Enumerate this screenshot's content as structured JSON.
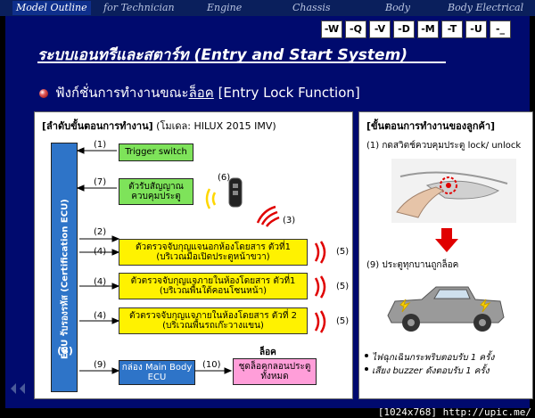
{
  "nav": {
    "tabs": [
      {
        "label": "Model Outline",
        "active": true
      },
      {
        "label": "for Technician",
        "active": false
      },
      {
        "label": "Engine",
        "active": false
      },
      {
        "label": "Chassis",
        "active": false
      },
      {
        "label": "Body",
        "active": false
      },
      {
        "label": "Body Electrical",
        "active": false
      }
    ]
  },
  "system_buttons": [
    "-W",
    "-Q",
    "-V",
    "-D",
    "-M",
    "-T",
    "-U",
    "-_"
  ],
  "title": "ระบบเอนทรีและสตาร์ท (Entry and Start System)",
  "subtitle": {
    "prefix": "ฟังก์ชั่นการทำงานขณะ",
    "underlined": "ล็อค",
    "suffix": " [Entry Lock Function]"
  },
  "left_panel": {
    "header_bold": "[ลำดับขั้นตอนการทำงาน]",
    "header_model": " (โมเดล: HILUX 2015 IMV)",
    "ecu_label": "ECU รับรองรหัส (Certification ECU)",
    "ecu_num": "(8)",
    "steps": [
      {
        "num": "(1)",
        "label": "Trigger switch"
      },
      {
        "num": "(7)",
        "label": "ตัวรับสัญญาณ\nควบคุมประตู"
      },
      {
        "num": "(6)",
        "label": ""
      },
      {
        "num": "(3)",
        "label": ""
      },
      {
        "num": "(2)",
        "label": ""
      },
      {
        "num": "(4)",
        "label": "ตัวตรวจจับกุญแจนอกห้องโดยสาร ตัวที่1\n(บริเวณมือเปิดประตูหน้าขวา)"
      },
      {
        "num": "(4)",
        "label": "ตัวตรวจจับกุญแจภายในห้องโดยสาร ตัวที่1\n(บริเวณพื้นใต้คอนโซนหน้า)"
      },
      {
        "num": "(4)",
        "label": "ตัวตรวจจับกุญแจภายในห้องโดยสาร ตัวที่ 2\n(บริเวณพื้นรถเก๊ะวางแขน)"
      },
      {
        "num": "(9)",
        "label": "กล่อง Main Body\nECU"
      },
      {
        "num": "(10)",
        "label": "ชุดล็อคกลอนประตู\nทั้งหมด"
      }
    ],
    "wave_labels": [
      "(5)",
      "(5)",
      "(5)"
    ],
    "lock_label": "ล็อค"
  },
  "right_panel": {
    "header": "[ขั้นตอนการทำงานของลูกค้า]",
    "step1": "(1) กดสวิตช์ควบคุมประตู lock/ unlock",
    "step9": "(9) ประตูทุกบานถูกล็อค",
    "bullets": [
      "ไฟฉุกเฉินกระพริบตอบรับ 1 ครั้ง",
      "เสียง buzzer ดังตอบรับ 1 ครั้ง"
    ]
  },
  "watermark": "[1024x768] http://upic.me/"
}
